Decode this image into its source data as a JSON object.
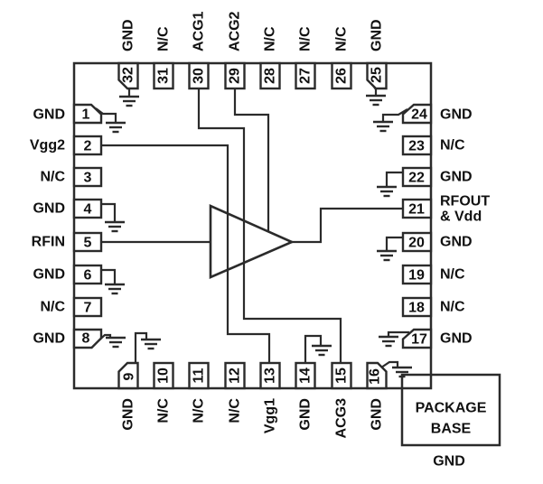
{
  "diagram": {
    "type": "ic-pinout",
    "pins": {
      "top": [
        {
          "number": "32",
          "label": "GND"
        },
        {
          "number": "31",
          "label": "N/C"
        },
        {
          "number": "30",
          "label": "ACG1"
        },
        {
          "number": "29",
          "label": "ACG2"
        },
        {
          "number": "28",
          "label": "N/C"
        },
        {
          "number": "27",
          "label": "N/C"
        },
        {
          "number": "26",
          "label": "N/C"
        },
        {
          "number": "25",
          "label": "GND"
        }
      ],
      "left": [
        {
          "number": "1",
          "label": "GND"
        },
        {
          "number": "2",
          "label": "Vgg2"
        },
        {
          "number": "3",
          "label": "N/C"
        },
        {
          "number": "4",
          "label": "GND"
        },
        {
          "number": "5",
          "label": "RFIN"
        },
        {
          "number": "6",
          "label": "GND"
        },
        {
          "number": "7",
          "label": "N/C"
        },
        {
          "number": "8",
          "label": "GND"
        }
      ],
      "right": [
        {
          "number": "24",
          "label": "GND"
        },
        {
          "number": "23",
          "label": "N/C"
        },
        {
          "number": "22",
          "label": "GND"
        },
        {
          "number": "21",
          "label": "RFOUT",
          "label2": "& Vdd"
        },
        {
          "number": "20",
          "label": "GND"
        },
        {
          "number": "19",
          "label": "N/C"
        },
        {
          "number": "18",
          "label": "N/C"
        },
        {
          "number": "17",
          "label": "GND"
        }
      ],
      "bottom": [
        {
          "number": "9",
          "label": "GND"
        },
        {
          "number": "10",
          "label": "N/C"
        },
        {
          "number": "11",
          "label": "N/C"
        },
        {
          "number": "12",
          "label": "N/C"
        },
        {
          "number": "13",
          "label": "Vgg1"
        },
        {
          "number": "14",
          "label": "GND"
        },
        {
          "number": "15",
          "label": "ACG3"
        },
        {
          "number": "16",
          "label": "GND"
        }
      ]
    },
    "package_base": {
      "title_line1": "PACKAGE",
      "title_line2": "BASE",
      "ground_label": "GND"
    },
    "colors": {
      "line": "#2b2b2b",
      "text": "#111111",
      "background": "#ffffff"
    }
  }
}
